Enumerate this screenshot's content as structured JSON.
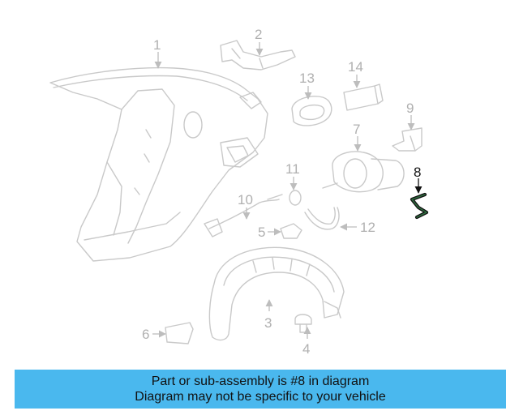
{
  "diagram": {
    "highlighted_part": "8",
    "callouts": [
      "1",
      "2",
      "3",
      "4",
      "5",
      "6",
      "7",
      "8",
      "9",
      "10",
      "11",
      "12",
      "13",
      "14"
    ]
  },
  "banner": {
    "line1": "Part or sub-assembly is #8 in diagram",
    "line2": "Diagram may not be specific to your vehicle",
    "background": "#4ab8ee"
  },
  "colors": {
    "line_art": "#c9c9c9",
    "callout_gray": "#b0b0b0",
    "highlight": "#111111"
  }
}
